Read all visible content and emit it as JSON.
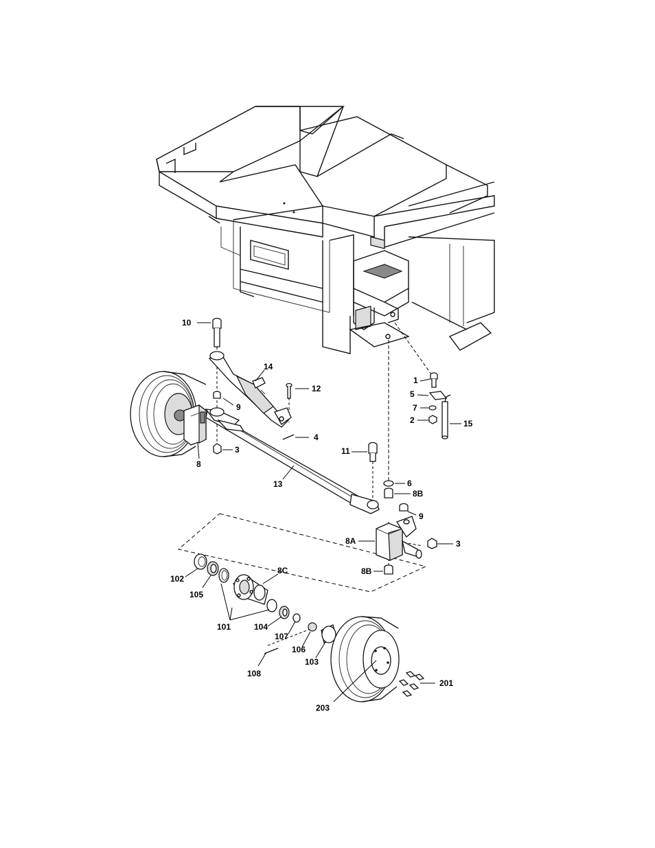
{
  "figure": {
    "callouts": [
      {
        "id": "c10",
        "text": "10"
      },
      {
        "id": "c14",
        "text": "14"
      },
      {
        "id": "c12",
        "text": "12"
      },
      {
        "id": "c9a",
        "text": "9"
      },
      {
        "id": "c4",
        "text": "4"
      },
      {
        "id": "c8",
        "text": "8"
      },
      {
        "id": "c3a",
        "text": "3"
      },
      {
        "id": "c13",
        "text": "13"
      },
      {
        "id": "c11",
        "text": "11"
      },
      {
        "id": "c1",
        "text": "1"
      },
      {
        "id": "c5",
        "text": "5"
      },
      {
        "id": "c7",
        "text": "7"
      },
      {
        "id": "c2",
        "text": "2"
      },
      {
        "id": "c15",
        "text": "15"
      },
      {
        "id": "c6",
        "text": "6"
      },
      {
        "id": "c8B1",
        "text": "8B"
      },
      {
        "id": "c9b",
        "text": "9"
      },
      {
        "id": "c8A",
        "text": "8A"
      },
      {
        "id": "c3b",
        "text": "3"
      },
      {
        "id": "c8B2",
        "text": "8B"
      },
      {
        "id": "c8C",
        "text": "8C"
      },
      {
        "id": "c102",
        "text": "102"
      },
      {
        "id": "c105",
        "text": "105"
      },
      {
        "id": "c101",
        "text": "101"
      },
      {
        "id": "c104",
        "text": "104"
      },
      {
        "id": "c107",
        "text": "107"
      },
      {
        "id": "c106",
        "text": "106"
      },
      {
        "id": "c103",
        "text": "103"
      },
      {
        "id": "c108",
        "text": "108"
      },
      {
        "id": "c201",
        "text": "201"
      },
      {
        "id": "c203",
        "text": "203"
      }
    ]
  }
}
